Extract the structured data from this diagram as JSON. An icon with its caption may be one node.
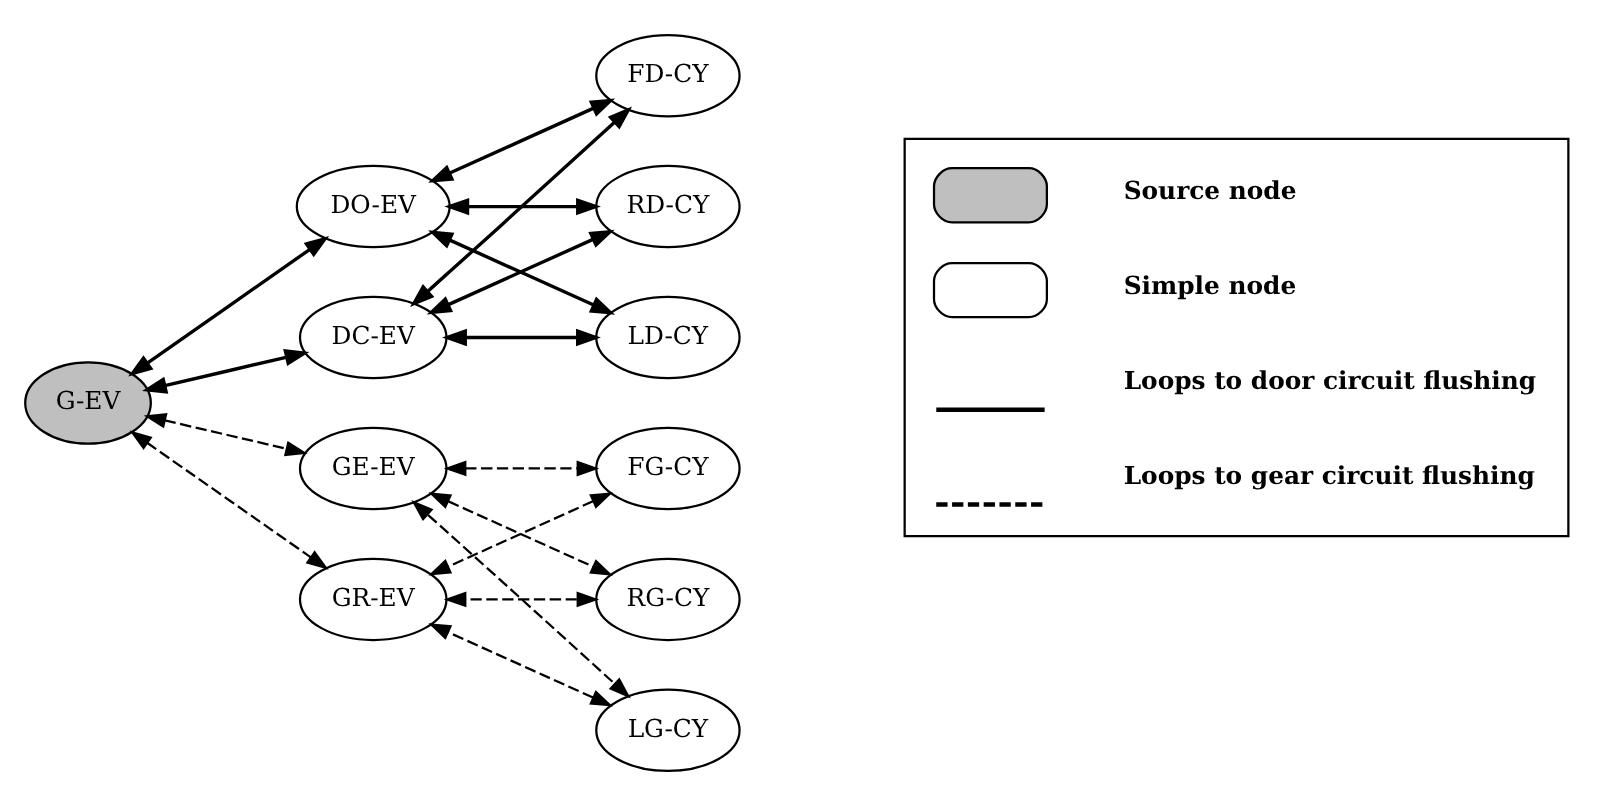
{
  "diagram": {
    "nodes": [
      {
        "text": [
          "G-EV"
        ]
      },
      {
        "text": [
          "DO-EV"
        ]
      },
      {
        "text": [
          "DC-EV"
        ]
      },
      {
        "text": [
          "FD-CY"
        ]
      },
      {
        "text": [
          "RD-CY"
        ]
      },
      {
        "text": [
          "LD-CY"
        ]
      },
      {
        "text": [
          "GE-EV"
        ]
      },
      {
        "text": [
          "FG-CY"
        ]
      },
      {
        "text": [
          "RG-CY"
        ]
      },
      {
        "text": [
          "LG-CY"
        ]
      },
      {
        "text": [
          "GR-EV"
        ]
      }
    ],
    "edges": [
      {
        "from": 0,
        "to": 1,
        "arrow": "both"
      },
      {
        "from": 0,
        "to": 2,
        "arrow": "both"
      },
      {
        "from": 1,
        "to": 3,
        "arrow": "both"
      },
      {
        "from": 3,
        "to": 2,
        "arrow": "both"
      },
      {
        "from": 1,
        "to": 4,
        "arrow": "both"
      },
      {
        "from": 4,
        "to": 2,
        "arrow": "both"
      },
      {
        "from": 1,
        "to": 5,
        "arrow": "both"
      },
      {
        "from": 5,
        "to": 2,
        "arrow": "both"
      },
      {
        "from": 0,
        "to": 6,
        "arrow": "both",
        "style": "dashed"
      },
      {
        "from": 0,
        "to": 10,
        "arrow": "both",
        "style": "dashed"
      },
      {
        "from": 6,
        "to": 7,
        "arrow": "both",
        "style": "dashed"
      },
      {
        "from": 7,
        "to": 10,
        "arrow": "both",
        "style": "dashed"
      },
      {
        "from": 6,
        "to": 8,
        "arrow": "both",
        "style": "dashed"
      },
      {
        "from": 8,
        "to": 10,
        "arrow": "both",
        "style": "dashed"
      },
      {
        "from": 6,
        "to": 9,
        "arrow": "both",
        "style": "dashed"
      },
      {
        "from": 9,
        "to": 10,
        "arrow": "both",
        "style": "dashed"
      }
    ],
    "legend": [
      {
        "text": "Source node",
        "color": "#bfbfbf"
      },
      {
        "text": "Simple node",
        "color": "#ffffff"
      },
      {
        "text": "Loops to door circuit flushing"
      },
      {
        "text": "Loops to gear circuit flushing"
      }
    ]
  }
}
